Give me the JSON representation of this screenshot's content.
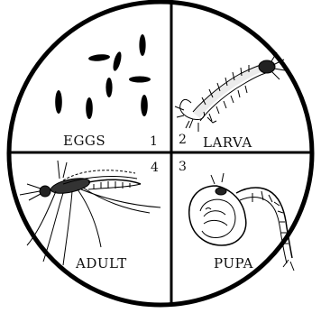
{
  "diagram": {
    "stages": [
      {
        "number": "1",
        "label": "EGGS"
      },
      {
        "number": "2",
        "label": "LARVA"
      },
      {
        "number": "3",
        "label": "PUPA"
      },
      {
        "number": "4",
        "label": "ADULT"
      }
    ]
  },
  "colors": {
    "line": "#000000",
    "background": "#ffffff"
  }
}
